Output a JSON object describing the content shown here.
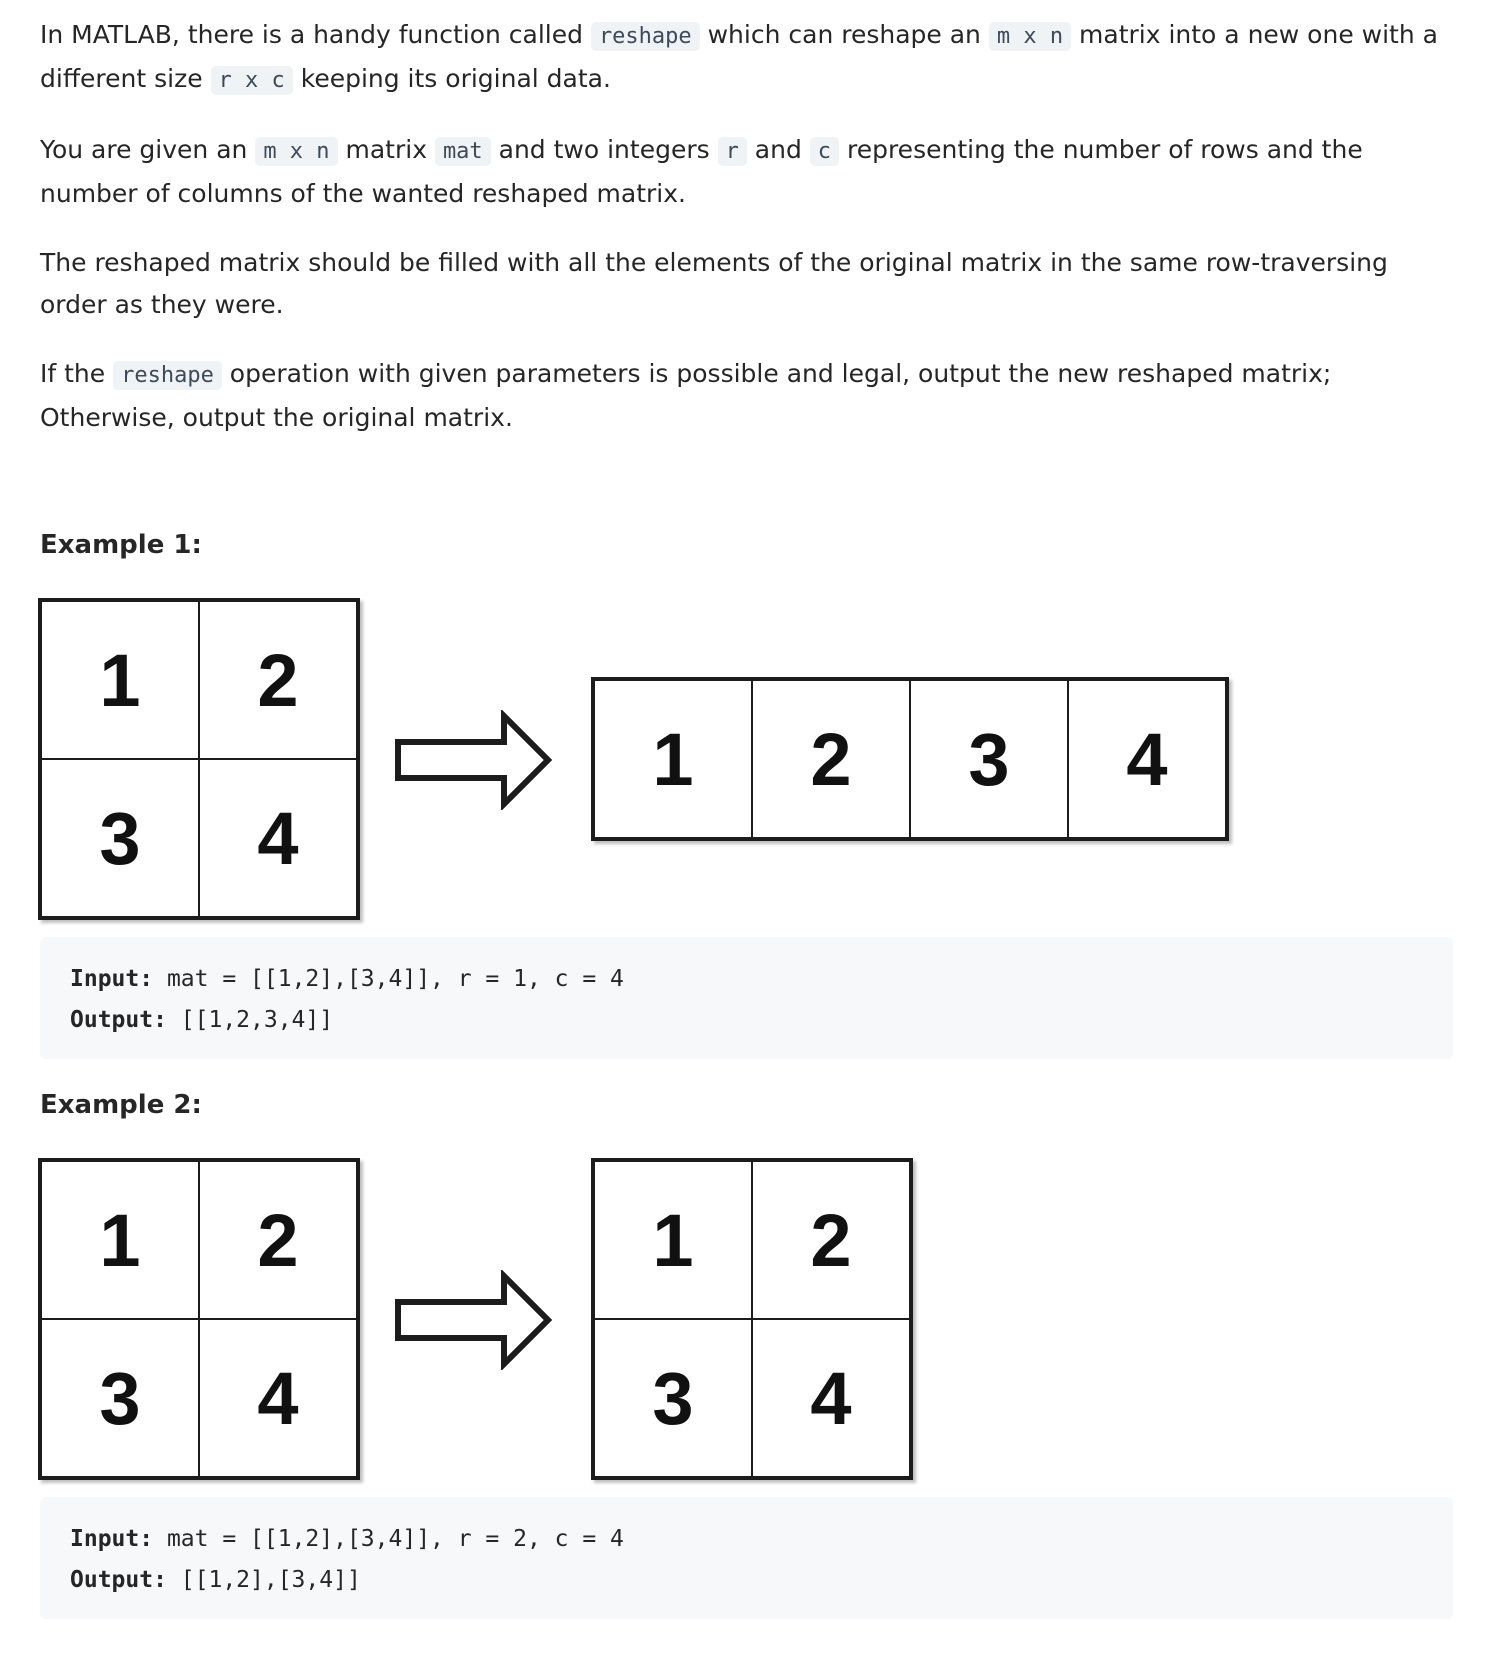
{
  "description": {
    "p1": {
      "t1": "In MATLAB, there is a handy function called ",
      "c1": "reshape",
      "t2": " which can reshape an ",
      "c2": "m x n",
      "t3": " matrix into a new one with a different size ",
      "c3": "r x c",
      "t4": " keeping its original data."
    },
    "p2": {
      "t1": "You are given an ",
      "c1": "m x n",
      "t2": " matrix ",
      "c2": "mat",
      "t3": " and two integers ",
      "c3": "r",
      "t4": " and ",
      "c4": "c",
      "t5": " representing the number of rows and the number of columns of the wanted reshaped matrix."
    },
    "p3": "The reshaped matrix should be filled with all the elements of the original matrix in the same row-traversing order as they were.",
    "p4": {
      "t1": "If the ",
      "c1": "reshape",
      "t2": " operation with given parameters is possible and legal, output the new reshaped matrix; Otherwise, output the original matrix."
    }
  },
  "examples": [
    {
      "heading": "Example 1:",
      "before": [
        [
          "1",
          "2"
        ],
        [
          "3",
          "4"
        ]
      ],
      "after": [
        [
          "1",
          "2",
          "3",
          "4"
        ]
      ],
      "input_label": "Input:",
      "input_value": " mat = [[1,2],[3,4]], r = 1, c = 4",
      "output_label": "Output:",
      "output_value": " [[1,2,3,4]]"
    },
    {
      "heading": "Example 2:",
      "before": [
        [
          "1",
          "2"
        ],
        [
          "3",
          "4"
        ]
      ],
      "after": [
        [
          "1",
          "2"
        ],
        [
          "3",
          "4"
        ]
      ],
      "input_label": "Input:",
      "input_value": " mat = [[1,2],[3,4]], r = 2, c = 4",
      "output_label": "Output:",
      "output_value": " [[1,2],[3,4]]"
    }
  ],
  "colors": {
    "text": "#262626",
    "inline_code_bg": "#f0f3f6",
    "code_block_bg": "#f7f8fa",
    "grid_border": "#1c1c1c"
  },
  "icons": {
    "arrow": "right-arrow-icon"
  }
}
